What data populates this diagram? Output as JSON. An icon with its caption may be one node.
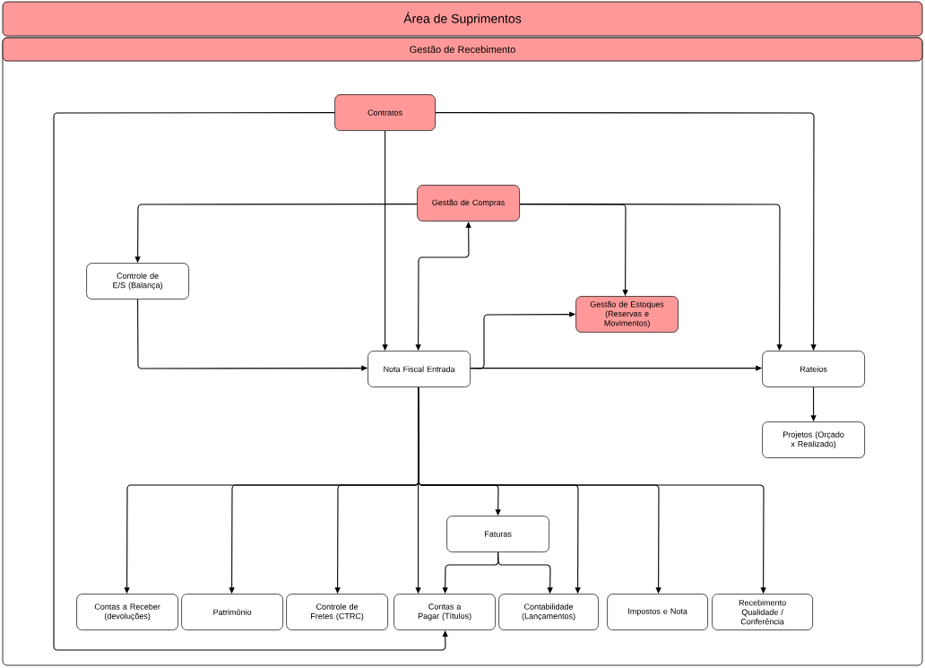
{
  "diagram": {
    "nodes": [
      {
        "text": [
          "Área de Suprimentos"
        ]
      },
      {
        "text": [
          "Gestão de Recebimento"
        ]
      },
      {
        "text": [
          "Contratos"
        ],
        "in": 1
      },
      {
        "text": [
          "Gestão de Compras"
        ],
        "in": 1
      },
      {
        "text": [
          "Controle de E/S (Balança)"
        ],
        "in": 1
      },
      {
        "text": [
          "Gestão de Estoques (Reservas e Movimentos)"
        ],
        "in": 1
      },
      {
        "text": [
          "Nota Fiscal Entrada"
        ],
        "in": 1
      },
      {
        "text": [
          "Rateios"
        ],
        "in": 1
      },
      {
        "text": [
          "Projetos (Orçado x Realizado)"
        ],
        "in": 1
      },
      {
        "text": [
          "Faturas"
        ],
        "in": 1
      },
      {
        "text": [
          "Contas a Receber (devoluções)"
        ],
        "in": 1
      },
      {
        "text": [
          "Patrimônio"
        ],
        "in": 1
      },
      {
        "text": [
          "Controle de Fretes (CTRC)"
        ],
        "in": 1
      },
      {
        "text": [
          "Contas a Pagar (Títulos)"
        ],
        "in": 1
      },
      {
        "text": [
          "Contabilidade (Lançamentos)"
        ],
        "in": 1
      },
      {
        "text": [
          "Impostos e Nota"
        ],
        "in": 1
      },
      {
        "text": [
          "Recebimento Qualidade / Conferência"
        ],
        "in": 1
      }
    ],
    "edges": [
      {
        "from": 2,
        "to": 6,
        "arrow": "to"
      },
      {
        "from": 2,
        "to": 7,
        "arrow": "to"
      },
      {
        "from": 2,
        "to": 13,
        "arrow": "to"
      },
      {
        "from": 3,
        "to": 4,
        "arrow": "to"
      },
      {
        "from": 3,
        "to": 5,
        "arrow": "to"
      },
      {
        "from": 3,
        "to": 7,
        "arrow": "to"
      },
      {
        "from": 6,
        "to": 3,
        "arrow": "both"
      },
      {
        "from": 4,
        "to": 6,
        "arrow": "to"
      },
      {
        "from": 6,
        "to": 5,
        "arrow": "to"
      },
      {
        "from": 6,
        "to": 7,
        "arrow": "to"
      },
      {
        "from": 7,
        "to": 8,
        "arrow": "to"
      },
      {
        "from": 6,
        "to": 10,
        "arrow": "to"
      },
      {
        "from": 6,
        "to": 11,
        "arrow": "to"
      },
      {
        "from": 6,
        "to": 12,
        "arrow": "to"
      },
      {
        "from": 6,
        "to": 13,
        "arrow": "to"
      },
      {
        "from": 6,
        "to": 9,
        "arrow": "to"
      },
      {
        "from": 6,
        "to": 14,
        "arrow": "to"
      },
      {
        "from": 6,
        "to": 15,
        "arrow": "to"
      },
      {
        "from": 6,
        "to": 16,
        "arrow": "to"
      },
      {
        "from": 9,
        "to": 13,
        "arrow": "to"
      },
      {
        "from": 9,
        "to": 14,
        "arrow": "to"
      }
    ]
  }
}
